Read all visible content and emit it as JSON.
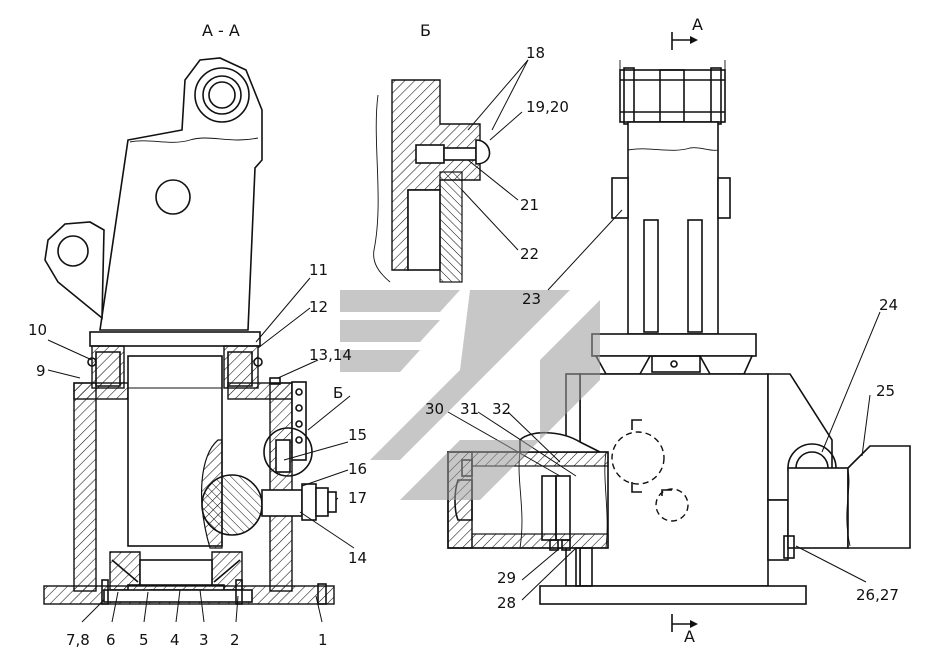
{
  "section_labels": {
    "section_aa": "А - А",
    "detail_b": "Б",
    "callout_b": "Б",
    "cut_a_top": "А",
    "cut_a_bottom": "А"
  },
  "callouts": {
    "c1": "1",
    "c2": "2",
    "c3": "3",
    "c4": "4",
    "c5": "5",
    "c6": "6",
    "c7_8": "7,8",
    "c9": "9",
    "c10": "10",
    "c11": "11",
    "c12": "12",
    "c13_14": "13,14",
    "c14": "14",
    "c15": "15",
    "c16": "16",
    "c17": "17",
    "c18": "18",
    "c19_20": "19,20",
    "c21": "21",
    "c22": "22",
    "c23": "23",
    "c24": "24",
    "c25": "25",
    "c26_27": "26,27",
    "c28": "28",
    "c29": "29",
    "c30": "30",
    "c31": "31",
    "c32": "32"
  },
  "colors": {
    "line": "#111111",
    "hatch": "#111111",
    "watermark": "#9a9a9a"
  }
}
